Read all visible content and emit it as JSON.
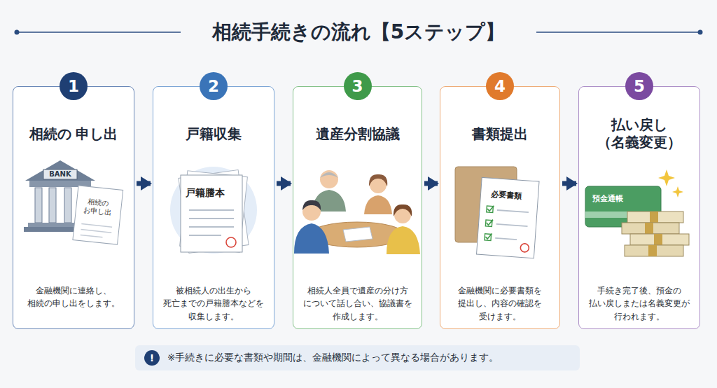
{
  "diagram": {
    "title": "相続手続きの流れ【5ステップ】",
    "nodes": [
      {
        "text": [
          "相続の 申し出",
          "金融機関に連絡し、 相続の申し出をします。"
        ]
      },
      {
        "text": [
          "1"
        ],
        "in": 0
      },
      {
        "text": [
          "戸籍収集",
          "被相続人の出生から 死亡までの戸籍謄本などを 収集します。"
        ]
      },
      {
        "text": [
          "2"
        ],
        "in": 2
      },
      {
        "text": [
          "遺産分割協議",
          "相続人全員で遺産の分け方 について話し合い、協議書を 作成します。"
        ]
      },
      {
        "text": [
          "3"
        ],
        "in": 4
      },
      {
        "text": [
          "書類提出",
          "金融機関に必要書類を 提出し、内容の確認を 受けます。"
        ]
      },
      {
        "text": [
          "4"
        ],
        "in": 6
      },
      {
        "text": [
          "払い戻し （名義変更）",
          "手続き完了後、預金の 払い戻しまたは名義変更が 行われます。"
        ]
      },
      {
        "text": [
          "5"
        ],
        "in": 8
      },
      {
        "text": [
          "※手続きに必要な書類や期間は、金融機関によって異なる場合があります。"
        ]
      },
      {
        "text": [
          "!"
        ],
        "in": 10
      }
    ],
    "edges": [
      {
        "from": 0,
        "to": 2,
        "arrow": "to"
      },
      {
        "from": 2,
        "to": 4,
        "arrow": "to"
      },
      {
        "from": 4,
        "to": 6,
        "arrow": "to"
      },
      {
        "from": 6,
        "to": 8,
        "arrow": "to"
      }
    ],
    "labels": [
      "BANK",
      "相続の お申し出",
      "戸籍謄本",
      "必要書類",
      "預金通帳"
    ]
  }
}
